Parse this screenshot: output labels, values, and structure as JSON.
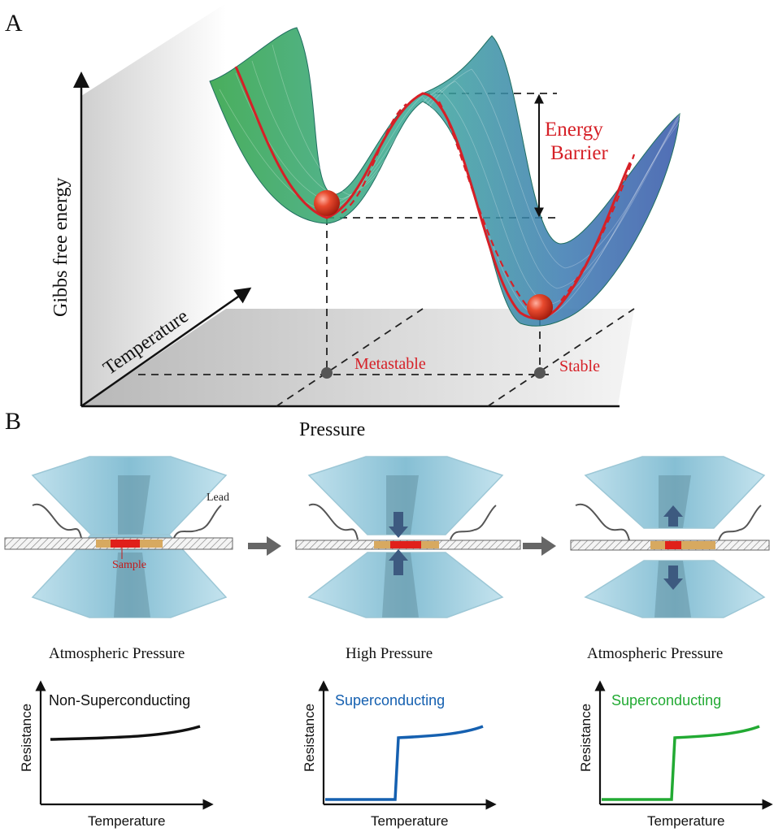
{
  "panel_a": {
    "letter": "A",
    "y_axis_label": "Gibbs free energy",
    "depth_axis_label": "Temperature",
    "x_axis_label": "Pressure",
    "barrier_label_line1": "Energy",
    "barrier_label_line2": "Barrier",
    "metastable_label": "Metastable",
    "stable_label": "Stable"
  },
  "panel_b": {
    "letter": "B",
    "lead_label": "Lead",
    "sample_label": "Sample",
    "stages": [
      {
        "caption": "Atmospheric Pressure",
        "plot_title": "Non-Superconducting",
        "title_color": "#111111",
        "line_color": "#111111"
      },
      {
        "caption": "High Pressure",
        "plot_title": "Superconducting",
        "title_color": "#1560b0",
        "line_color": "#1560b0"
      },
      {
        "caption": "Atmospheric Pressure",
        "plot_title": "Superconducting",
        "title_color": "#22aa33",
        "line_color": "#22aa33"
      }
    ],
    "plot_xlabel": "Temperature",
    "plot_ylabel": "Resistance"
  }
}
